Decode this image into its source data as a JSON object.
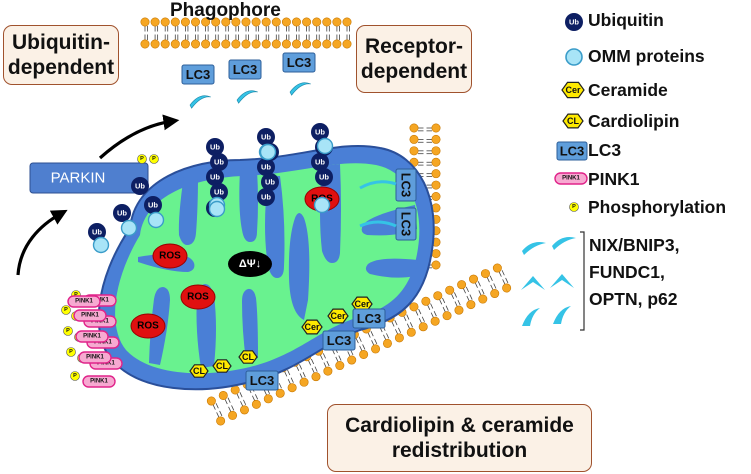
{
  "title": "Phagophore",
  "pathway_labels": {
    "ubiquitin": [
      "Ubiquitin-",
      "dependent"
    ],
    "receptor": [
      "Receptor-",
      "dependent"
    ],
    "cardiolipin": [
      "Cardiolipin & ceramide",
      "redistribution"
    ]
  },
  "proteins": {
    "parkin": "PARKIN",
    "pink1": "PINK1",
    "lc3": "LC3",
    "ub": "Ub",
    "cer": "Cer",
    "cl": "CL",
    "p": "P",
    "ros": "ROS",
    "membrane_potential": "ΔΨ↓"
  },
  "legend": {
    "ubiquitin": "Ubiquitin",
    "omm": "OMM proteins",
    "ceramide": "Ceramide",
    "cardiolipin": "Cardiolipin",
    "lc3": "LC3",
    "pink1": "PINK1",
    "phosphorylation": "Phosphorylation",
    "receptors": [
      "NIX/BNIP3,",
      "FUNDC1,",
      "OPTN, p62"
    ]
  },
  "colors": {
    "lipid_head": "#f5a623",
    "lipid_outline": "#c77700",
    "ubiquitin": "#0d1f63",
    "omm": "#a8e4f7",
    "omm_outline": "#3a9cc9",
    "mito_outer": "#4a7fd6",
    "mito_inner": "#69f28f",
    "lc3": "#5f9edb",
    "parkin": "#4f7fcf",
    "pink1": "#f7a9d1",
    "pink1_border": "#e0248a",
    "cer": "#ffea00",
    "ros": "#e01010",
    "receptor": "#35c3e6",
    "box_fill": "#fbf1e6",
    "box_border": "#a0522d"
  }
}
